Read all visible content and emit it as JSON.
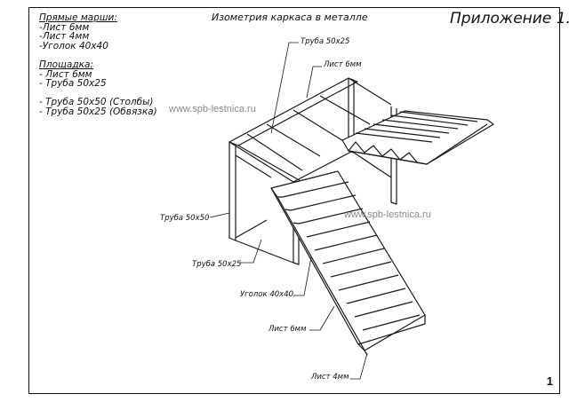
{
  "drawing": {
    "title": "Изометрия каркаса в металле",
    "appendix": "Приложение 1.",
    "page_number": "1",
    "watermark": "www.spb-lestnica.ru"
  },
  "spec": {
    "straight_heading": "Прямые марши:",
    "straight_items": [
      "-Лист 6мм",
      "-Лист 4мм",
      "-Уголок 40х40"
    ],
    "landing_heading": "Площадка:",
    "landing_items": [
      "- Лист 6мм",
      "- Труба 50х25"
    ],
    "extra_items": [
      "- Труба 50х50 (Столбы)",
      "- Труба 50х25 (Обвязка)"
    ]
  },
  "callouts": {
    "pipe_top": "Труба 50х25",
    "sheet_top": "Лист 6мм",
    "pipe_left": "Труба 50х50",
    "pipe_bottom": "Труба 50х25",
    "angle": "Уголок 40х40",
    "sheet_6": "Лист 6мм",
    "sheet_4": "Лист 4мм"
  }
}
